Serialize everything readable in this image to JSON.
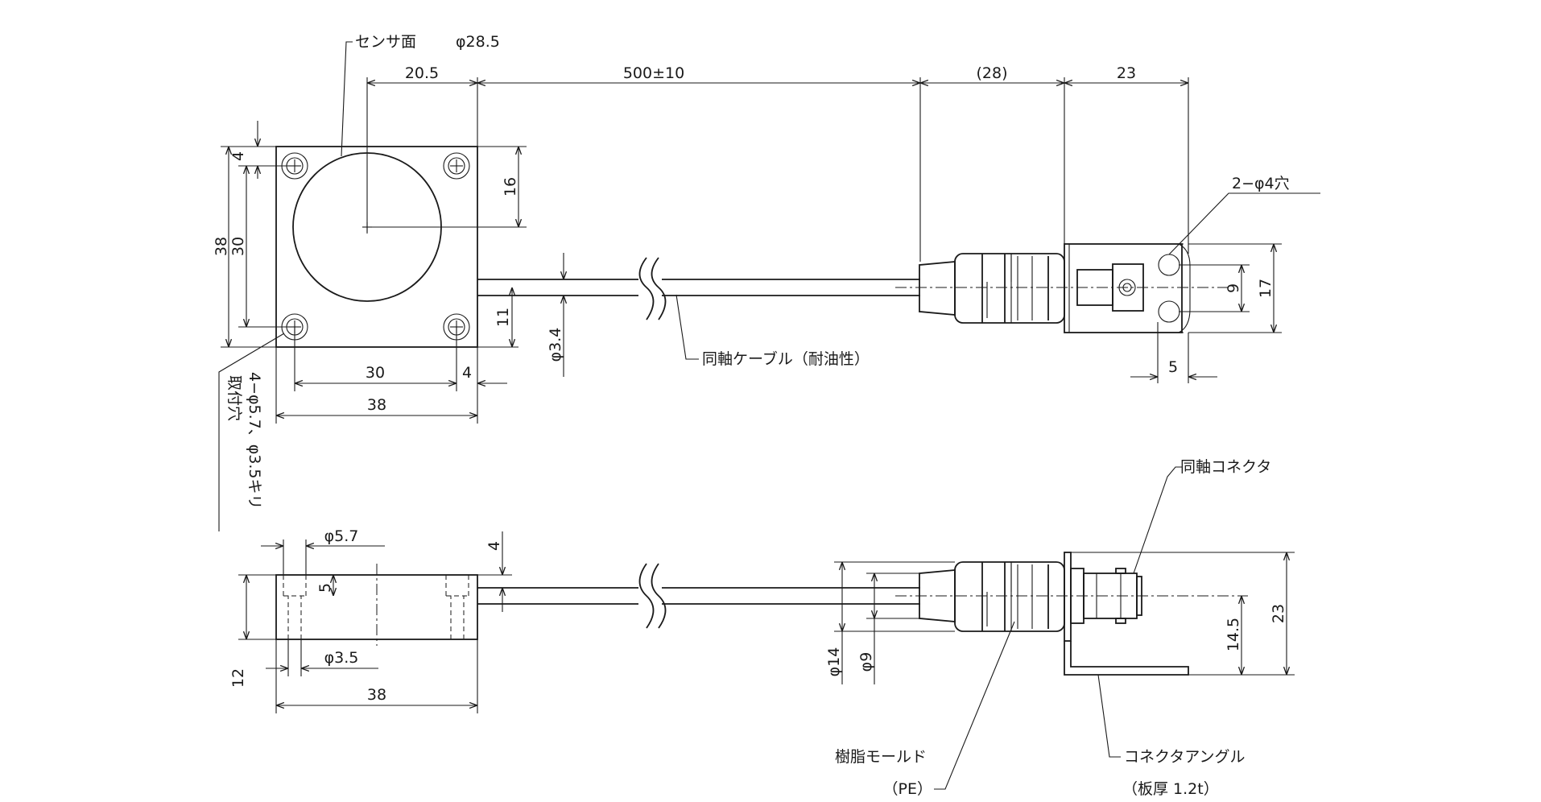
{
  "top_view": {
    "sensor_face_label": "センサ面",
    "sensor_face_diameter": "φ28.5",
    "dim_20_5": "20.5",
    "dim_500": "500±10",
    "dim_28": "(28)",
    "dim_23": "23",
    "dim_4_top": "4",
    "dim_16": "16",
    "dim_38_left": "38",
    "dim_30_left": "30",
    "dim_11": "11",
    "dim_cable_dia": "φ3.4",
    "dim_30_bottom": "30",
    "dim_4_bottom": "4",
    "dim_38_bottom": "38",
    "mounting_holes_spec": "4−φ5.7、φ3.5キリ",
    "mounting_holes_label": "取付穴",
    "cable_label": "同軸ケーブル（耐油性）",
    "holes_label": "2−φ4穴",
    "dim_9": "9",
    "dim_17": "17",
    "dim_5": "5"
  },
  "side_view": {
    "dim_5_7": "φ5.7",
    "dim_4": "4",
    "dim_5": "5",
    "dim_3_5": "φ3.5",
    "dim_12": "12",
    "dim_38": "38",
    "connector_label": "同軸コネクタ",
    "dim_14_dia": "φ14",
    "dim_9_dia": "φ9",
    "dim_14_5": "14.5",
    "dim_23": "23",
    "mold_label": "樹脂モールド",
    "mold_material": "（PE）",
    "angle_label": "コネクタアングル",
    "angle_thickness": "（板厚 1.2t）"
  }
}
